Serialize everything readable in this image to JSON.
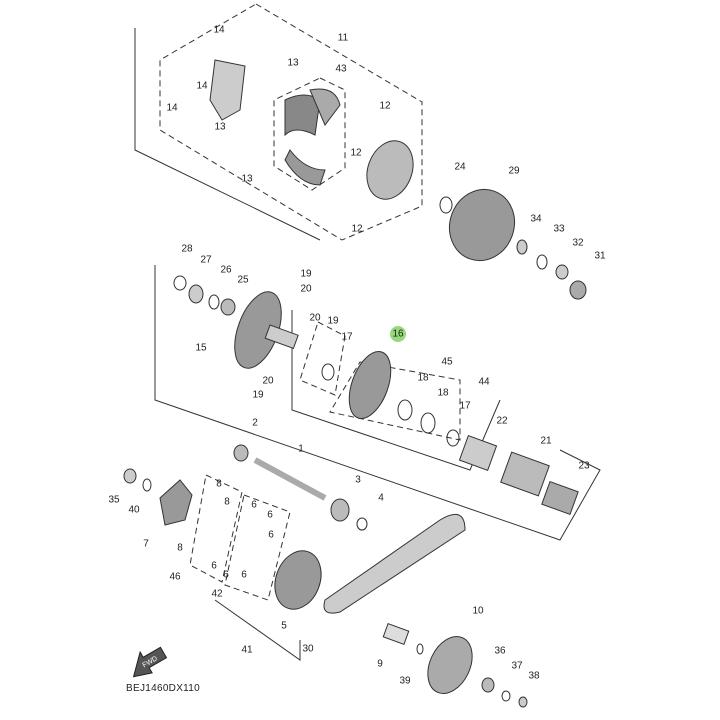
{
  "diagram": {
    "code": "BEJ1460DX110",
    "fwd_label": "FWD",
    "highlight_color": "#7ccf5a",
    "callouts": [
      "14",
      "14",
      "14",
      "11",
      "13",
      "43",
      "13",
      "12",
      "12",
      "13",
      "12",
      "24",
      "29",
      "34",
      "33",
      "32",
      "31",
      "28",
      "27",
      "26",
      "25",
      "19",
      "20",
      "20",
      "19",
      "17",
      "15",
      "16",
      "45",
      "18",
      "18",
      "44",
      "17",
      "20",
      "19",
      "22",
      "21",
      "23",
      "2",
      "1",
      "35",
      "40",
      "7",
      "8",
      "8",
      "8",
      "6",
      "6",
      "6",
      "6",
      "6",
      "6",
      "46",
      "42",
      "3",
      "4",
      "5",
      "41",
      "30",
      "9",
      "10",
      "39",
      "36",
      "37",
      "38"
    ],
    "highlighted_callout": "16"
  }
}
